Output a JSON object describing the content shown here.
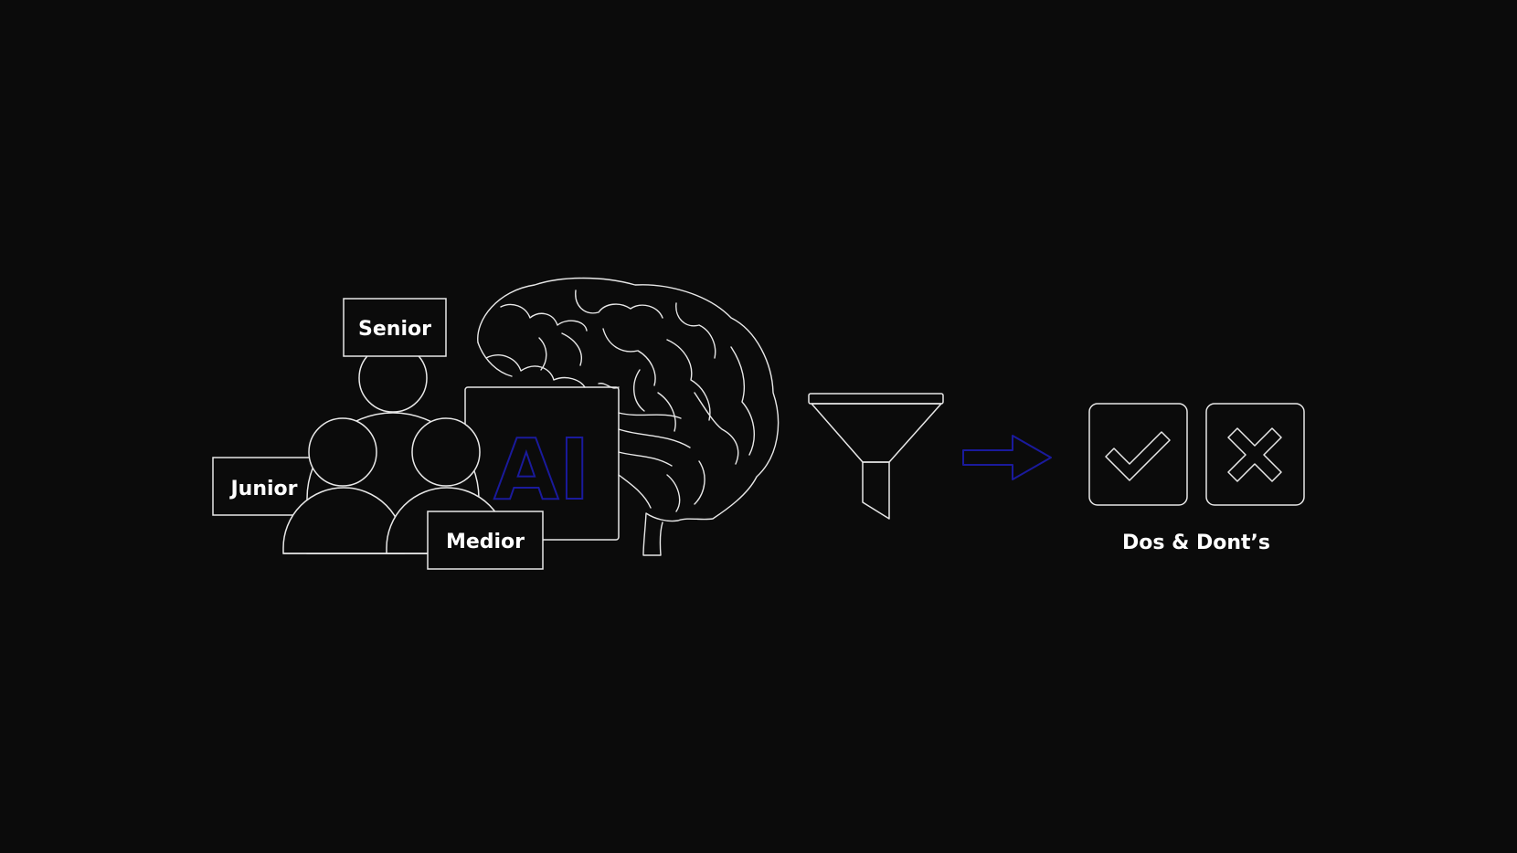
{
  "labels": {
    "senior": "Senior",
    "junior": "Junior",
    "medior": "Medior",
    "ai": "AI",
    "result": "Dos & Dont’s"
  },
  "icons": [
    "people-group-icon",
    "ai-chip-icon",
    "brain-icon",
    "funnel-icon",
    "arrow-right-icon",
    "check-icon",
    "cross-icon"
  ],
  "colors": {
    "background": "#0b0b0b",
    "stroke": "#e8e8e8",
    "accent": "#1a1a9c"
  }
}
